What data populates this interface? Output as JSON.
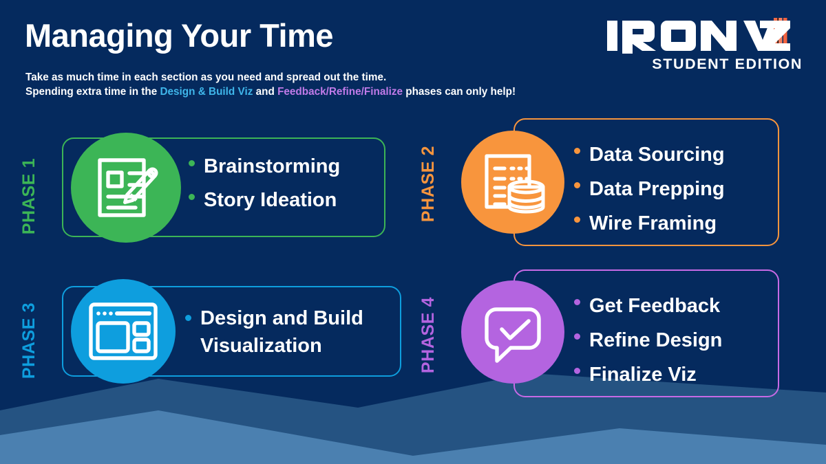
{
  "header": {
    "title": "Managing Your Time",
    "subtitle_line1": "Take as much time in each section as you need and spread out the time.",
    "subtitle_line2_a": "Spending extra time in the ",
    "subtitle_line2_highlight1": "Design & Build Viz",
    "subtitle_line2_b": " and ",
    "subtitle_line2_highlight2": "Feedback/Refine/Finalize",
    "subtitle_line2_c": " phases can only help!",
    "highlight1_color": "#3fb6ea",
    "highlight2_color": "#c07ae8"
  },
  "logo": {
    "word_iron": "IRON",
    "word_v": "V",
    "word_z": "Z",
    "bars_replace_letter": "I",
    "subtitle": "STUDENT EDITION",
    "bar_color": "#f2633f",
    "text_color": "#ffffff"
  },
  "phases": [
    {
      "label": "PHASE 1",
      "color": "#3cb556",
      "icon": "notepad-pencil-icon",
      "bullets": [
        "Brainstorming",
        "Story Ideation"
      ]
    },
    {
      "label": "PHASE 2",
      "color": "#f8953d",
      "icon": "database-document-icon",
      "bullets": [
        "Data Sourcing",
        "Data Prepping",
        "Wire Framing"
      ]
    },
    {
      "label": "PHASE 3",
      "color": "#0e9ede",
      "icon": "dashboard-window-icon",
      "bullets": [
        "Design and Build\nVisualization"
      ]
    },
    {
      "label": "PHASE 4",
      "color": "#b464e0",
      "icon": "speech-bubble-check-icon",
      "bullets": [
        "Get Feedback",
        "Refine Design",
        "Finalize Viz"
      ]
    }
  ],
  "background": {
    "base_color": "#052a5e",
    "wave_dark_color": "#255382",
    "wave_light_color": "#4b80b0"
  }
}
